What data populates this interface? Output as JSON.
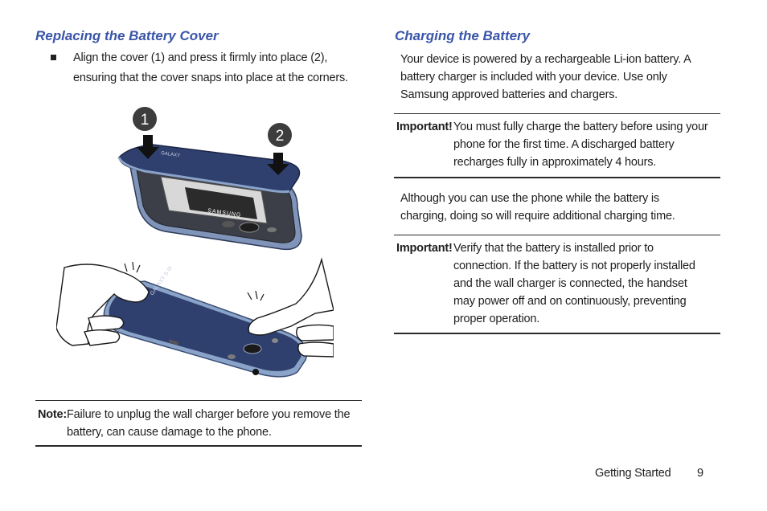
{
  "left": {
    "heading": "Replacing the Battery Cover",
    "bullet_line1": "Align the cover (1) and press it firmly into place (2),",
    "bullet_line2": "ensuring that the cover snaps into place at the corners.",
    "callout_1": "1",
    "callout_2": "2",
    "note": {
      "label": "Note:",
      "line1": "Failure to unplug the wall charger before you remove the",
      "line2": "battery, can cause damage to the phone."
    }
  },
  "right": {
    "heading": "Charging the Battery",
    "intro": [
      "Your device is powered by a rechargeable Li-ion battery. A",
      "battery charger is included with your device. Use only",
      "Samsung approved batteries and chargers."
    ],
    "important1": {
      "label": "Important!",
      "lines": [
        "You must fully charge the battery before using your",
        "phone for the first time. A discharged battery",
        "recharges fully in approximately 4 hours."
      ]
    },
    "middle": [
      "Although you can use the phone while the battery is",
      "charging, doing so will require additional charging time."
    ],
    "important2": {
      "label": "Important!",
      "lines": [
        "Verify that the battery is installed prior to",
        "connection. If the battery is not properly installed",
        "and the wall charger is connected, the handset",
        "may power off and on continuously, preventing",
        "proper operation."
      ]
    }
  },
  "footer": {
    "section": "Getting Started",
    "page_number": "9"
  },
  "colors": {
    "heading": "#3a55a8",
    "cover": "#2f3f6e",
    "rim": "#8aa3c8"
  }
}
